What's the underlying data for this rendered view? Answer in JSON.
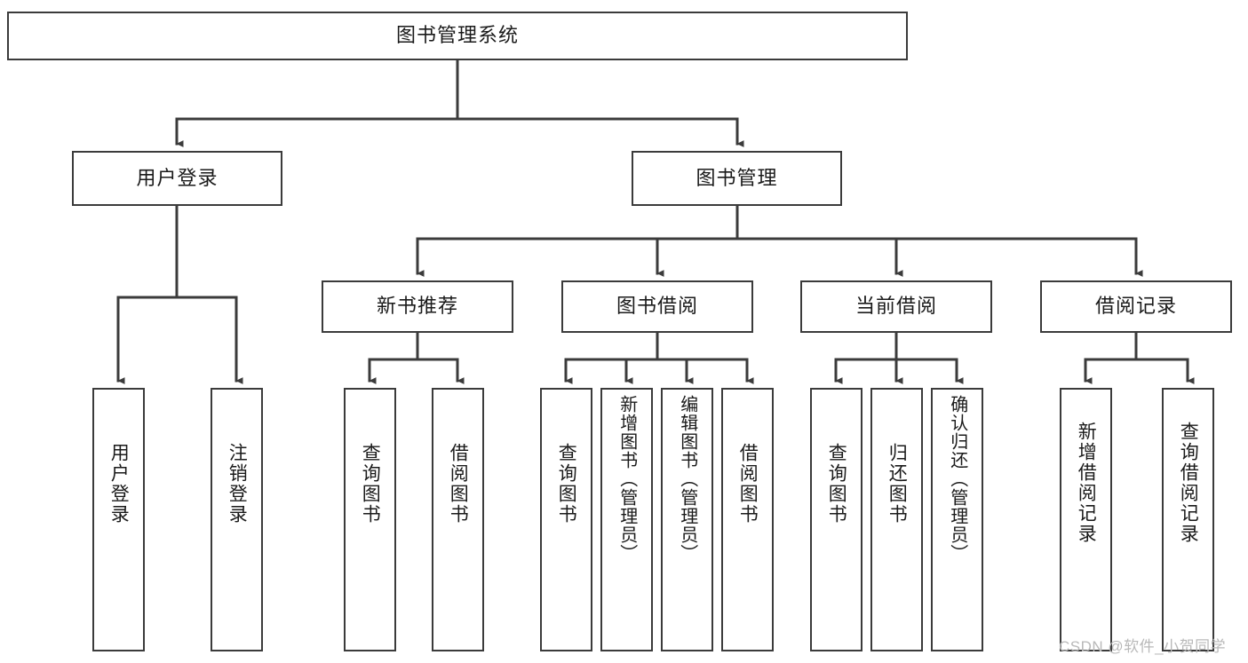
{
  "diagram": {
    "title": "图书管理系统",
    "type": "hierarchy-tree",
    "root": {
      "id": "root",
      "label": "图书管理系统"
    },
    "level2": [
      {
        "id": "user-login",
        "label": "用户登录"
      },
      {
        "id": "book-management",
        "label": "图书管理"
      }
    ],
    "level3": [
      {
        "id": "new-book-recommend",
        "label": "新书推荐"
      },
      {
        "id": "book-borrow",
        "label": "图书借阅"
      },
      {
        "id": "current-borrow",
        "label": "当前借阅"
      },
      {
        "id": "borrow-record",
        "label": "借阅记录"
      }
    ],
    "leaves": {
      "user-login": [
        {
          "id": "leaf-user-login",
          "label": "用户登录"
        },
        {
          "id": "leaf-logout",
          "label": "注销登录"
        }
      ],
      "new-book-recommend": [
        {
          "id": "leaf-query-book-1",
          "label": "查询图书"
        },
        {
          "id": "leaf-borrow-book-1",
          "label": "借阅图书"
        }
      ],
      "book-borrow": [
        {
          "id": "leaf-query-book-2",
          "label": "查询图书"
        },
        {
          "id": "leaf-add-book",
          "label": "新增图书（管理员）"
        },
        {
          "id": "leaf-edit-book",
          "label": "编辑图书（管理员）"
        },
        {
          "id": "leaf-borrow-book-2",
          "label": "借阅图书"
        }
      ],
      "current-borrow": [
        {
          "id": "leaf-query-book-3",
          "label": "查询图书"
        },
        {
          "id": "leaf-return-book",
          "label": "归还图书"
        },
        {
          "id": "leaf-confirm-return",
          "label": "确认归还（管理员）"
        }
      ],
      "borrow-record": [
        {
          "id": "leaf-add-record",
          "label": "新增借阅记录"
        },
        {
          "id": "leaf-query-record",
          "label": "查询借阅记录"
        }
      ]
    }
  },
  "watermark": {
    "text": "CSDN @软件_小贺同学"
  },
  "colors": {
    "stroke": "#3b3b3b",
    "fill": "#ffffff",
    "text": "#1a1a1a",
    "watermark": "#b9b9b9"
  }
}
